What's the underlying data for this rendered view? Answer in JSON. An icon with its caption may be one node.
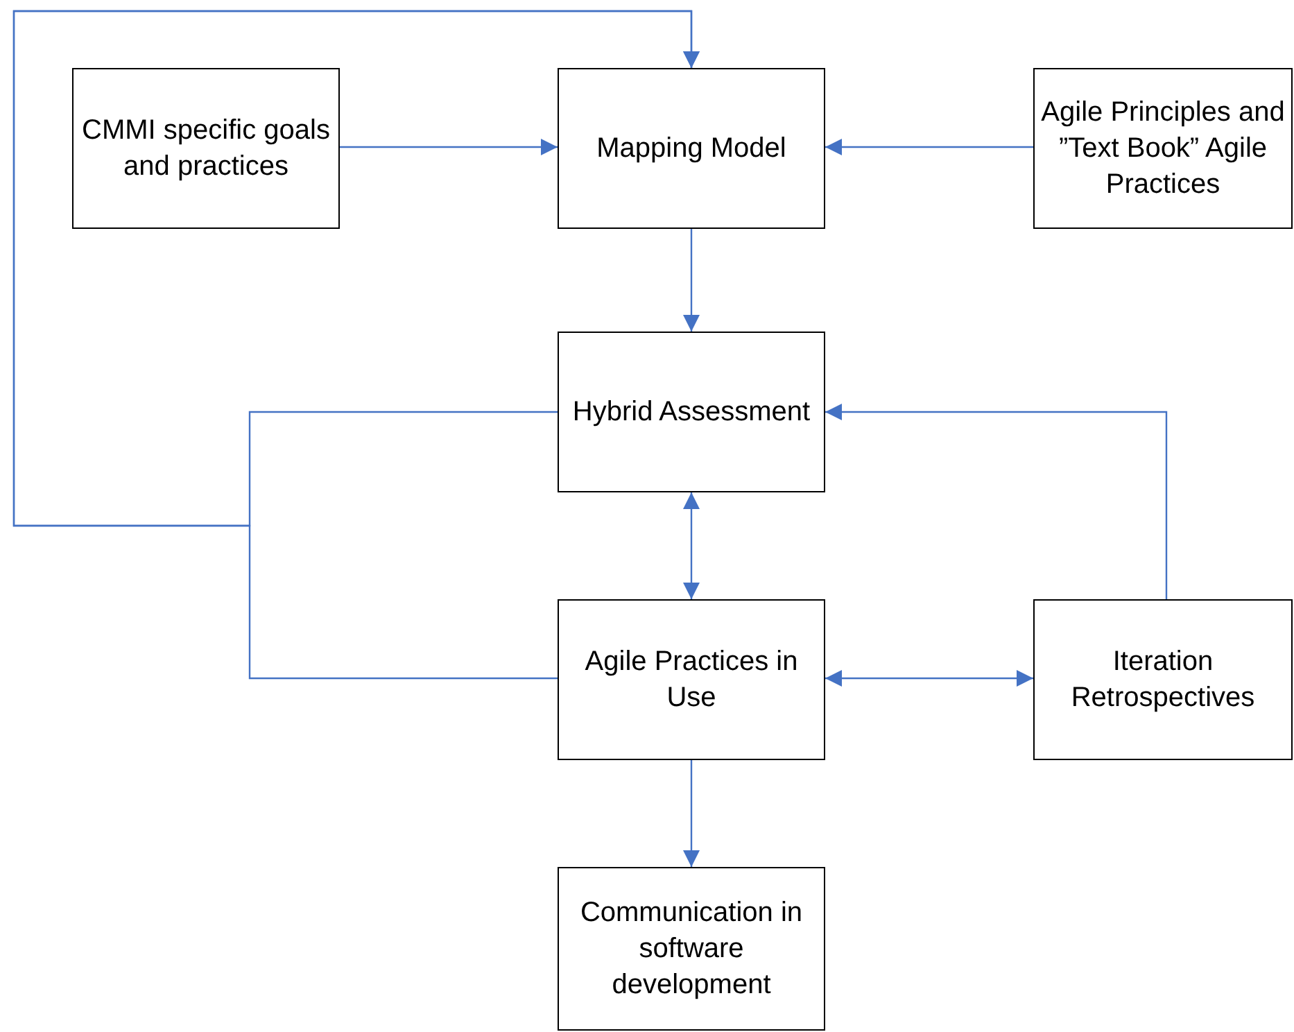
{
  "diagram": {
    "nodes": [
      {
        "text": [
          "CMMI specific goals and practices"
        ]
      },
      {
        "text": [
          "Mapping Model"
        ]
      },
      {
        "text": [
          "Agile Principles and ”Text Book” Agile Practices"
        ]
      },
      {
        "text": [
          "Hybrid Assessment"
        ]
      },
      {
        "text": [
          "Agile Practices in Use"
        ]
      },
      {
        "text": [
          "Iteration Retrospectives"
        ]
      },
      {
        "text": [
          "Communication in software development"
        ]
      }
    ],
    "edges": [
      {
        "from": 0,
        "to": 1,
        "arrow": "to"
      },
      {
        "from": 2,
        "to": 1,
        "arrow": "to"
      },
      {
        "from": 1,
        "to": 3,
        "arrow": "to"
      },
      {
        "from": 3,
        "to": 4,
        "arrow": "both"
      },
      {
        "from": 4,
        "to": 5,
        "arrow": "both"
      },
      {
        "from": 5,
        "to": 3,
        "arrow": "to"
      },
      {
        "from": 4,
        "to": 6,
        "arrow": "to"
      },
      {
        "from": 3,
        "to": 1,
        "arrow": "to"
      },
      {
        "from": 4,
        "to": 1,
        "arrow": "to"
      }
    ]
  }
}
